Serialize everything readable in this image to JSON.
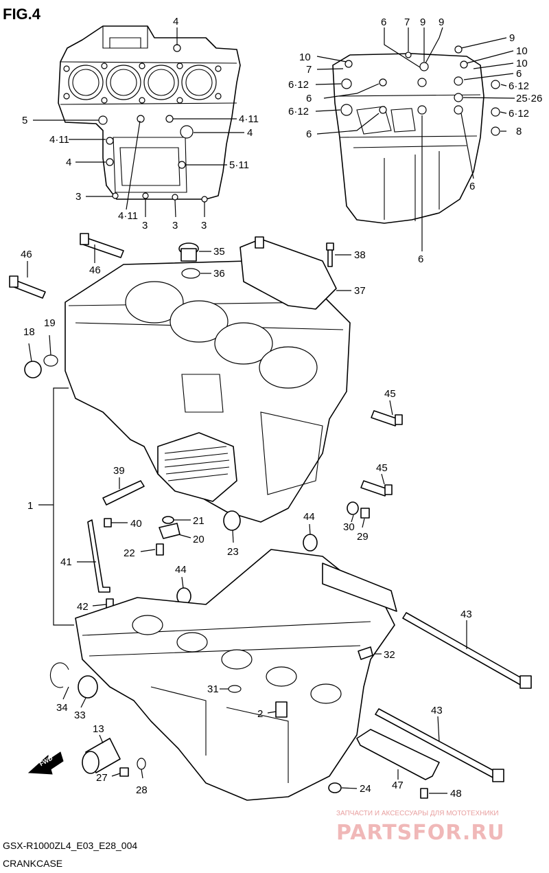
{
  "figure": {
    "title": "FIG.4",
    "code": "GSX-R1000ZL4_E03_E28_004",
    "name": "CRANKCASE"
  },
  "watermark": {
    "line1": "ЗАПЧАСТИ И АКСЕССУАРЫ ДЛЯ МОТОТЕХНИКИ",
    "line2": "PARTSFOR.RU"
  },
  "fwd_label": "FWD",
  "callouts": {
    "left_view": [
      "4",
      "5",
      "4·11",
      "4",
      "3",
      "4·11",
      "3",
      "3",
      "3",
      "4·11",
      "4",
      "5·11"
    ],
    "right_view": [
      "6",
      "7",
      "9",
      "9",
      "9",
      "10",
      "10",
      "7",
      "10",
      "6·12",
      "6",
      "6",
      "6·12",
      "6",
      "6·12",
      "25·26",
      "6·12",
      "8",
      "6",
      "6"
    ],
    "main": [
      "46",
      "46",
      "35",
      "36",
      "38",
      "37",
      "18",
      "19",
      "45",
      "45",
      "1",
      "39",
      "40",
      "21",
      "20",
      "22",
      "23",
      "44",
      "30",
      "29",
      "41",
      "44",
      "42",
      "43",
      "32",
      "34",
      "33",
      "31",
      "2",
      "43",
      "13",
      "27",
      "28",
      "47",
      "24",
      "48"
    ]
  }
}
